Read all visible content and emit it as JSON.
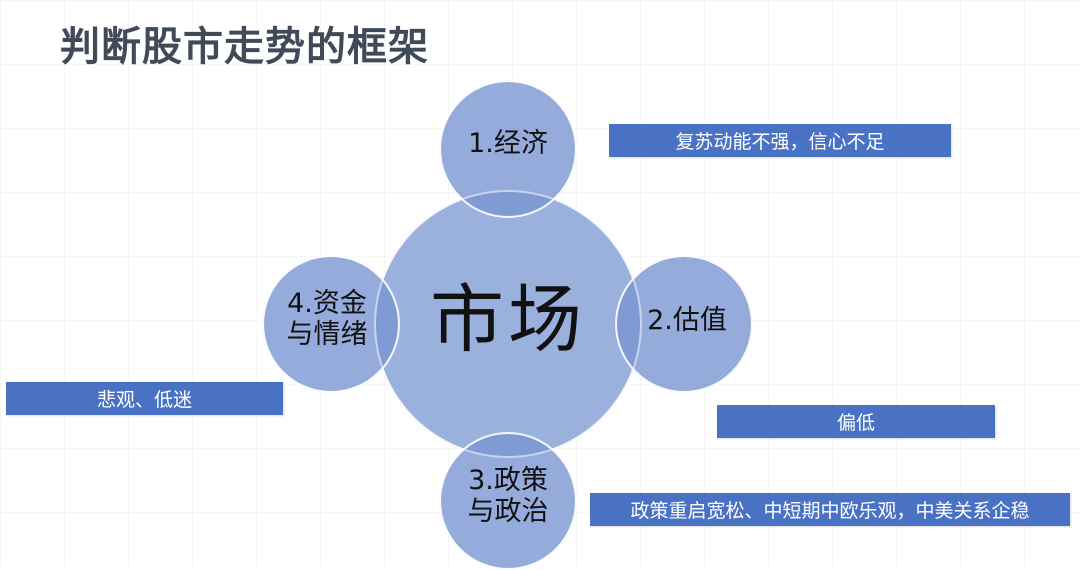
{
  "title": "判断股市走势的框架",
  "center": {
    "label": "市场"
  },
  "factors": [
    {
      "label_line1": "1.经济",
      "label_line2": ""
    },
    {
      "label_line1": "2.估值",
      "label_line2": ""
    },
    {
      "label_line1": "3.政策",
      "label_line2": "与政治"
    },
    {
      "label_line1": "4.资金",
      "label_line2": "与情绪"
    }
  ],
  "notes": {
    "economy": "复苏动能不强，信心不足",
    "valuation": "偏低",
    "policy": "政策重启宽松、中短期中欧乐观，中美关系企稳",
    "sentiment": "悲观、低迷"
  },
  "colors": {
    "circle_fill": "#7d99d4",
    "box_fill": "#4a72c4",
    "title_text": "#404a58"
  }
}
